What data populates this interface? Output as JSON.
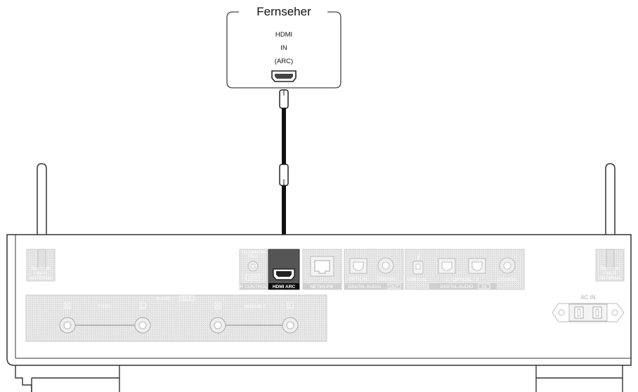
{
  "tv": {
    "title": "Fernseher",
    "port_line1": "HDMI",
    "port_line2": "IN",
    "port_line3": "(ARC)"
  },
  "rear_panel": {
    "antenna_left": [
      "Bluetooth",
      "/ Wi-Fi",
      "ANTENNA"
    ],
    "antenna_right": [
      "Bluetooth",
      "/ Wi-Fi",
      "ANTENNA"
    ],
    "ir_control": {
      "top_lines": [
        "TO DENON",
        "PMA"
      ],
      "out": "OUT",
      "label": "IR CONTROL"
    },
    "hdmi_arc": "HDMI ARC",
    "network": "NETWORK",
    "digital_out": {
      "optical": "OPTICAL",
      "coaxial": "COAXIAL",
      "label": "DIGITAL AUDIO",
      "badge": "OUT"
    },
    "digital_in": {
      "usb_dac": "USB-DAC",
      "optical_1": "1",
      "optical": "OPTICAL",
      "optical_2": "2",
      "coaxial": "COAXIAL",
      "label": "DIGITAL AUDIO",
      "badge": "IN"
    },
    "audio_out": {
      "label": "AUDIO",
      "badge": "OUT",
      "fixed": "FIXED",
      "variable": "VARIABLE",
      "r": "R",
      "l": "L"
    },
    "ac_in": "AC IN"
  }
}
